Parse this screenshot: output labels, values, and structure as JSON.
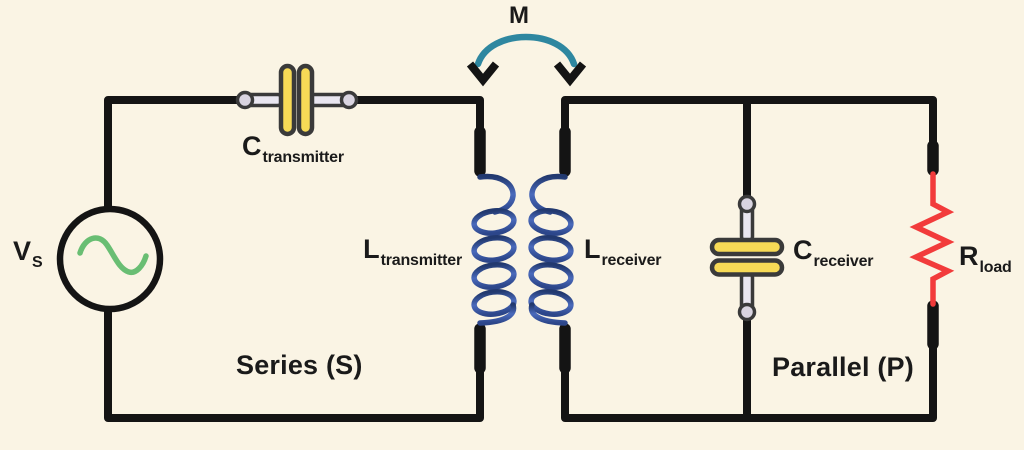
{
  "diagram": {
    "type": "wireless-power-transfer-circuit",
    "labels": {
      "mutual": "M",
      "source_base": "V",
      "source_sub": "S",
      "c_transmitter_base": "C",
      "c_transmitter_sub": "transmitter",
      "l_transmitter_base": "L",
      "l_transmitter_sub": "transmitter",
      "l_receiver_base": "L",
      "l_receiver_sub": "receiver",
      "c_receiver_base": "C",
      "c_receiver_sub": "receiver",
      "r_load_base": "R",
      "r_load_sub": "load",
      "series_section": "Series (S)",
      "parallel_section": "Parallel (P)"
    },
    "colors": {
      "background": "#FAF4E4",
      "wire": "#141414",
      "text": "#1A1A1A",
      "coil_blue": "#3B5CAB",
      "coil_blue_dark": "#22396F",
      "capacitor_plate_yellow": "#F7DA56",
      "component_outline": "#3A3A3A",
      "lead_lavender": "#E9E6F0",
      "terminal_lavender": "#D9D4E0",
      "sine_green": "#69BE73",
      "resistor_red": "#F23B3B",
      "mutual_arc_teal": "#2E87A0"
    }
  }
}
